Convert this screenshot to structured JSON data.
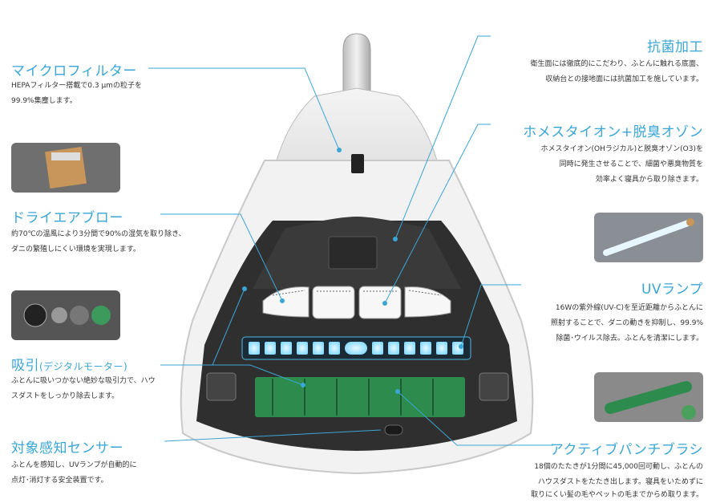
{
  "features": {
    "micro_filter": {
      "title": "マイクロフィルター",
      "desc1": "HEPAフィルター搭載で0.3 μmの粒子を",
      "desc2": "99.9%集塵します。"
    },
    "dry_air_blow": {
      "title": "ドライエアブロー",
      "desc1": "約70℃の温風により3分間で90%の湿気を取り除き、",
      "desc2": "ダニの繁殖しにくい環境を実現します。"
    },
    "suction": {
      "title": "吸引",
      "title_sub": "(デジタルモーター)",
      "desc1": "ふとんに吸いつかない絶妙な吸引力で、ハウ",
      "desc2": "スダストをしっかり除去します。"
    },
    "sensor": {
      "title": "対象感知センサー",
      "desc1": "ふとんを感知し、UVランプが自動的に",
      "desc2": "点灯･消灯する安全装置です。"
    },
    "antibacterial": {
      "title": "抗菌加工",
      "desc1": "衛生面には徹底的にこだわり、ふとんに触れる底面、",
      "desc2": "収納台との接地面には抗菌加工を施しています。"
    },
    "homes_ion": {
      "title": "ホメスタイオン+脱臭オゾン",
      "desc1": "ホメスタイオン(OHラジカル)と脱臭オゾン(O3)を",
      "desc2": "同時に発生させることで、細菌や悪臭物質を",
      "desc3": "効率よく寝具から取り除きます。"
    },
    "uv_lamp": {
      "title": "UVランプ",
      "desc1": "16Wの紫外線(UV-C)を至近距離からふとんに",
      "desc2": "照射することで、ダニの動きを抑制し、99.9%",
      "desc3": "除菌･ウイルス除去。ふとんを清潔にします。"
    },
    "active_brush": {
      "title": "アクティブパンチブラシ",
      "desc1": "18個のたたきが1分間に45,000回可動し、ふとんの",
      "desc2": "ハウスダストをたたき出します。寝具をいためずに",
      "desc3": "取りにくい髪の毛やペットの毛までからめ取ります。"
    }
  },
  "colors": {
    "accent": "#3aa6d6",
    "uv_glow": "#7fd8ff",
    "brush_green": "#2e8b4e"
  }
}
